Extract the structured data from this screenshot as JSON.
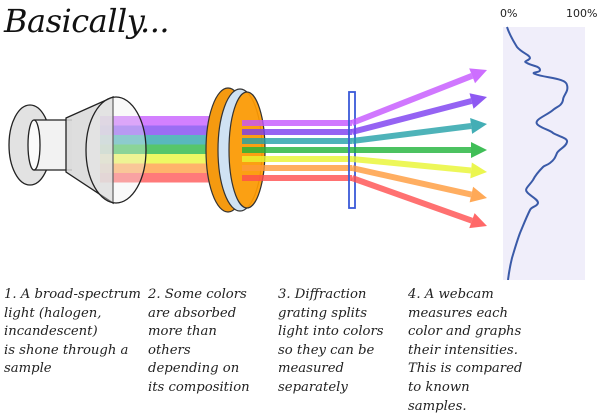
{
  "title": "Basically...",
  "graph": {
    "min_label": "0%",
    "max_label": "100%",
    "line_color": "#3a5aa8",
    "panel_color": "#f0eefa"
  },
  "beam_colors": [
    "#c455ff",
    "#7a3cf0",
    "#22a0a8",
    "#1fb33a",
    "#e8f530",
    "#ff9a3a",
    "#ff4d4d"
  ],
  "captions": [
    {
      "lines": [
        "1. A broad-spectrum",
        "light (halogen,",
        "incandescent)",
        "is shone through a",
        "sample"
      ]
    },
    {
      "lines": [
        "2. Some colors",
        "are absorbed",
        "more than",
        "others",
        "depending on",
        "its composition"
      ]
    },
    {
      "lines": [
        "3. Diffraction",
        "grating splits",
        "light into colors",
        "so they can be",
        "measured",
        "separately"
      ]
    },
    {
      "lines": [
        "4. A webcam",
        "measures each",
        "color and graphs",
        "their intensities.",
        "This is compared",
        "to known",
        "samples."
      ]
    }
  ]
}
